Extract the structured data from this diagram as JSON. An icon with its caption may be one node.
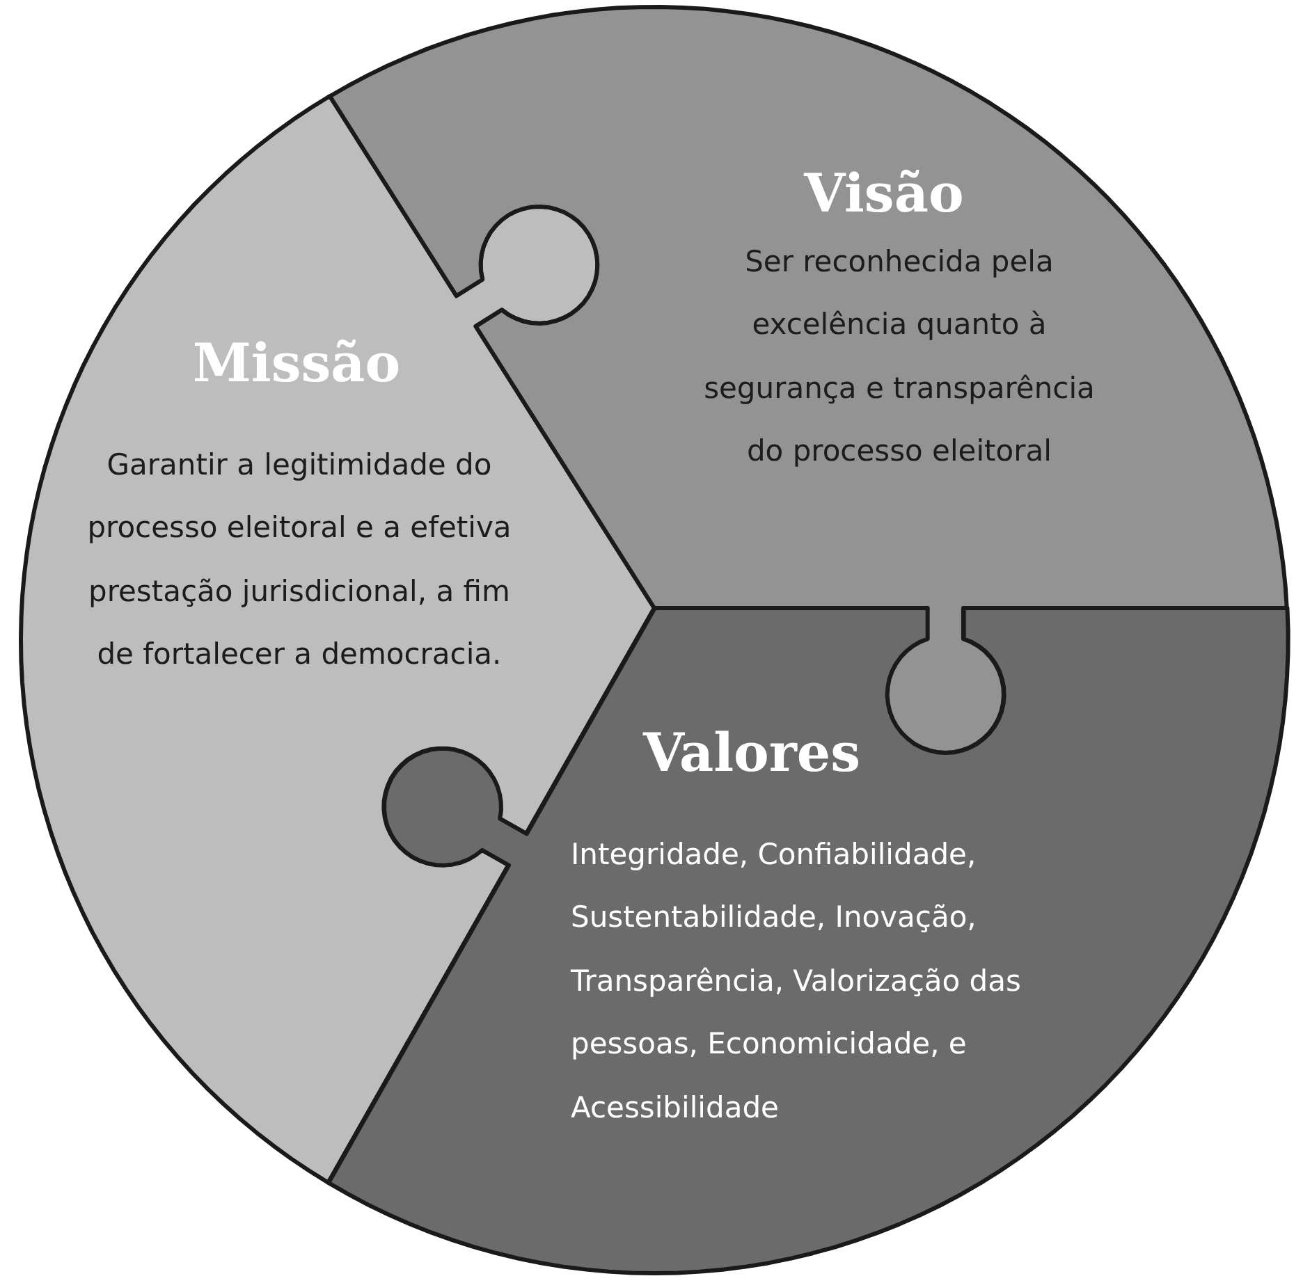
{
  "diagram": {
    "nodes": [
      {
        "text": [
          "Missão",
          "Garantir a legitimidade do processo eleitoral e a efetiva prestação jurisdicional, a fim de fortalecer a democracia."
        ]
      },
      {
        "text": [
          "Visão",
          "Ser reconhecida pela excelência quanto à segurança e transparência do processo eleitoral"
        ]
      },
      {
        "text": [
          "Valores",
          "Integridade, Confiabilidade, Sustentabilidade, Inovação, Transparência, Valorização das pessoas, Economicidade, e Acessibilidade"
        ]
      }
    ]
  }
}
